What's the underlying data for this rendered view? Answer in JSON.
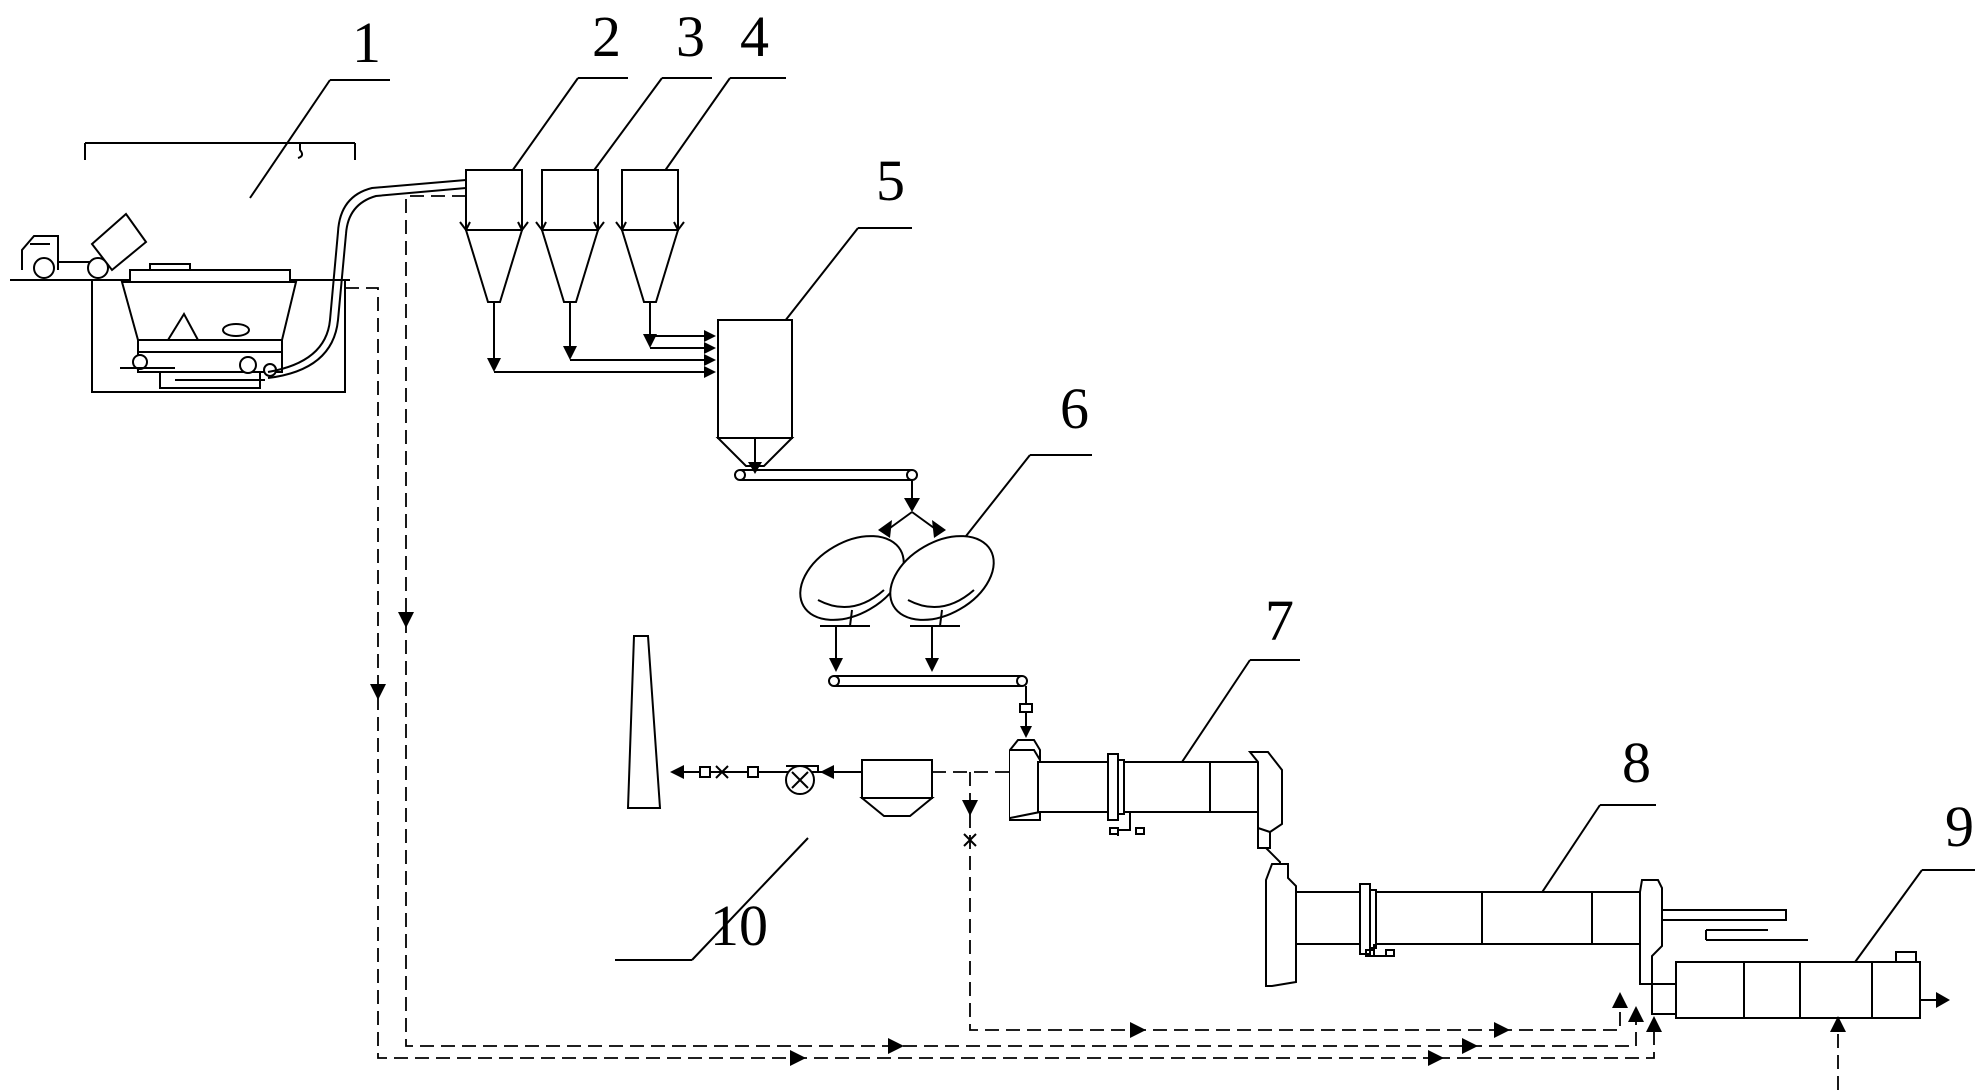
{
  "diagram": {
    "labels": [
      {
        "key": "n1",
        "text": "1"
      },
      {
        "key": "n2",
        "text": "2"
      },
      {
        "key": "n3",
        "text": "3"
      },
      {
        "key": "n4",
        "text": "4"
      },
      {
        "key": "n5",
        "text": "5"
      },
      {
        "key": "n6",
        "text": "6"
      },
      {
        "key": "n7",
        "text": "7"
      },
      {
        "key": "n8",
        "text": "8"
      },
      {
        "key": "n9",
        "text": "9"
      },
      {
        "key": "n10",
        "text": "10"
      }
    ]
  },
  "colors": {
    "line": "#000000",
    "background": "#ffffff"
  }
}
